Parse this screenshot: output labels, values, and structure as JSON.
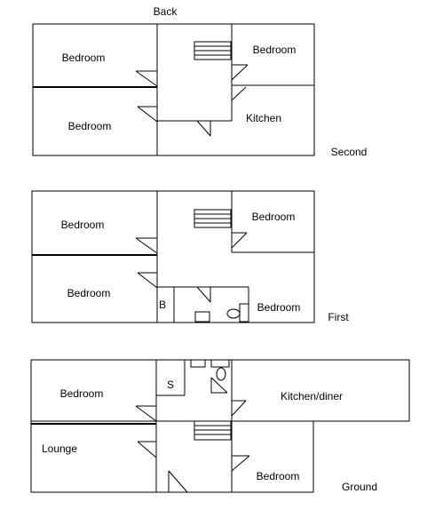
{
  "header": {
    "orientation_label": "Back"
  },
  "floors": {
    "second": {
      "label": "Second",
      "rooms": {
        "bedroom_top_left": "Bedroom",
        "bedroom_bottom_left": "Bedroom",
        "bedroom_right": "Bedroom",
        "kitchen": "Kitchen"
      }
    },
    "first": {
      "label": "First",
      "rooms": {
        "bedroom_top_left": "Bedroom",
        "bedroom_bottom_left": "Bedroom",
        "bedroom_top_right": "Bedroom",
        "bedroom_bottom_right": "Bedroom",
        "bathroom": "B"
      }
    },
    "ground": {
      "label": "Ground",
      "rooms": {
        "bedroom_left": "Bedroom",
        "lounge": "Lounge",
        "kitchen_diner": "Kitchen/diner",
        "bedroom_right": "Bedroom",
        "shower": "S"
      }
    }
  },
  "colors": {
    "line": "#000000",
    "background": "#ffffff"
  }
}
